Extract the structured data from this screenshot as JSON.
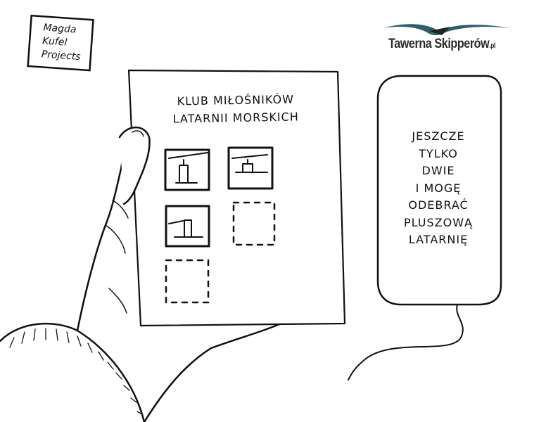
{
  "signature": {
    "lines": [
      "Magda",
      "Kufel",
      "Projects"
    ]
  },
  "logo": {
    "name": "Tawerna Skipperów",
    "tld": ".pl"
  },
  "card": {
    "title_lines": [
      "KLUB MIŁOŚNIKÓW",
      "LATARNII MORSKICH"
    ],
    "stamps_collected": 3,
    "stamps_total": 5
  },
  "balloon": {
    "lines": [
      "JESZCZE",
      "TYLKO",
      "DWIE",
      "I MOGĘ",
      "ODEBRAĆ",
      "PLUSZOWĄ",
      "LATARNIĘ"
    ]
  }
}
